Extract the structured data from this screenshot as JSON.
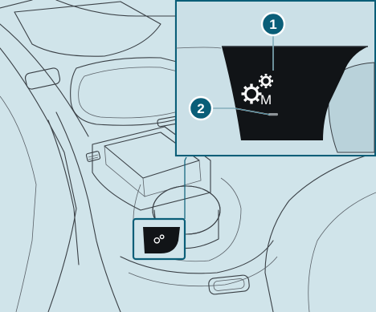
{
  "callouts": [
    {
      "number": "1",
      "target": "drive-program-button"
    },
    {
      "number": "2",
      "target": "button-indicator-lamp"
    }
  ],
  "button_symbol": {
    "icon": "gears-icon",
    "letter": "M"
  },
  "colors": {
    "background": "#d0e4ea",
    "callout_fill": "#0a5e78",
    "callout_ring": "#ffffff",
    "highlight_border": "#0a5e78",
    "button_face": "#111417",
    "indicator_lamp": "#8e9498"
  }
}
